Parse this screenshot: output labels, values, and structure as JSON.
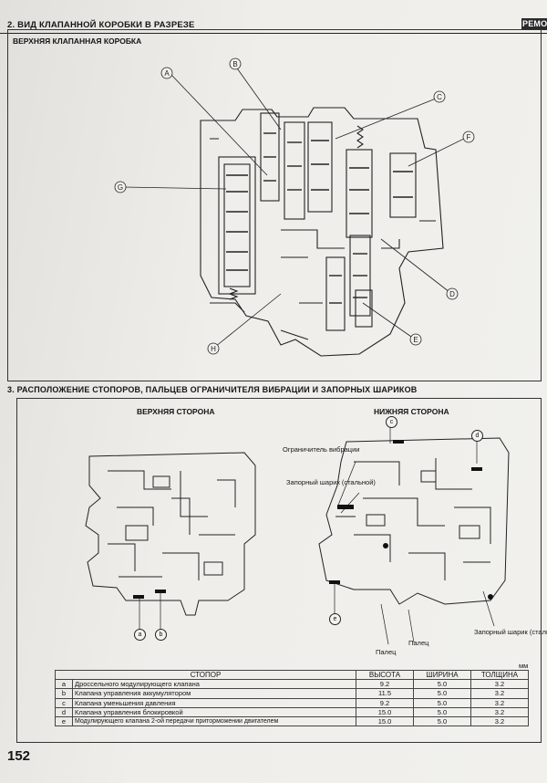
{
  "section2": {
    "title": "2.  ВИД КЛАПАННОЙ КОРОБКИ В РАЗРЕЗЕ",
    "running_head": "РЕМО",
    "subtitle": "ВЕРХНЯЯ КЛАПАННАЯ КОРОБКА"
  },
  "callouts_upper": [
    "A",
    "B",
    "C",
    "D",
    "E",
    "F",
    "G",
    "H"
  ],
  "section3": {
    "title": "3.  РАСПОЛОЖЕНИЕ СТОПОРОВ, ПАЛЬЦЕВ ОГРАНИЧИТЕЛЯ ВИБРАЦИИ И ЗАПОРНЫХ ШАРИКОВ",
    "top_side": "ВЕРХНЯЯ СТОРОНА",
    "bottom_side": "НИЖНЯЯ СТОРОНА",
    "labels": {
      "limiter": "Ограничитель вибрации",
      "check_ball_steel": "Запорный шарик (стальной)",
      "check_ball_right": "Запорный шарик (стальной)",
      "finger_left": "Палец",
      "finger_right": "Палец"
    },
    "pins": [
      "a",
      "b",
      "c",
      "d",
      "e"
    ]
  },
  "spec_table": {
    "unit": "мм",
    "headers": [
      "СТОПОР",
      "ВЫСОТА",
      "ШИРИНА",
      "ТОЛЩИНА"
    ],
    "rows": [
      {
        "mark": "a",
        "name": "Дроссельного модулирующего клапана",
        "height": "9.2",
        "width": "5.0",
        "thickness": "3.2"
      },
      {
        "mark": "b",
        "name": "Клапана управления аккумулятором",
        "height": "11.5",
        "width": "5.0",
        "thickness": "3.2"
      },
      {
        "mark": "c",
        "name": "Клапана уменьшения давления",
        "height": "9.2",
        "width": "5.0",
        "thickness": "3.2"
      },
      {
        "mark": "d",
        "name": "Клапана управления блокировкой",
        "height": "15.0",
        "width": "5.0",
        "thickness": "3.2"
      },
      {
        "mark": "e",
        "name": "Модулирующего клапана 2-ой передачи приторможении двигателем",
        "height": "15.0",
        "width": "5.0",
        "thickness": "3.2"
      }
    ]
  },
  "page_number": "152"
}
